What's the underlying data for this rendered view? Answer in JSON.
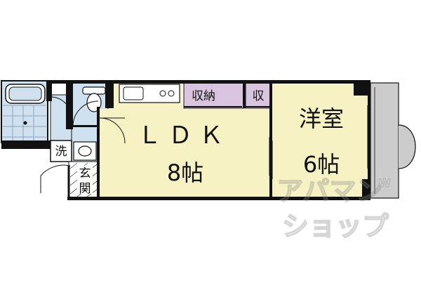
{
  "rooms": {
    "ldk": {
      "name": "ＬＤＫ",
      "size": "8帖"
    },
    "western": {
      "name": "洋室",
      "size": "6帖"
    },
    "closet": {
      "label": "収納"
    },
    "closet_small": {
      "label": "収"
    },
    "wash": {
      "label": "洗"
    },
    "entrance": {
      "label_top": "玄",
      "label_bottom": "関"
    }
  },
  "watermark": {
    "line1": "アパマン",
    "line2": "ショップ",
    "mark": "W"
  },
  "colors": {
    "floor": "#f7f2c4",
    "wet": "#cfe0ee",
    "closet": "#d9c4e0",
    "balcony": "#cccccc",
    "wall": "#111111"
  }
}
